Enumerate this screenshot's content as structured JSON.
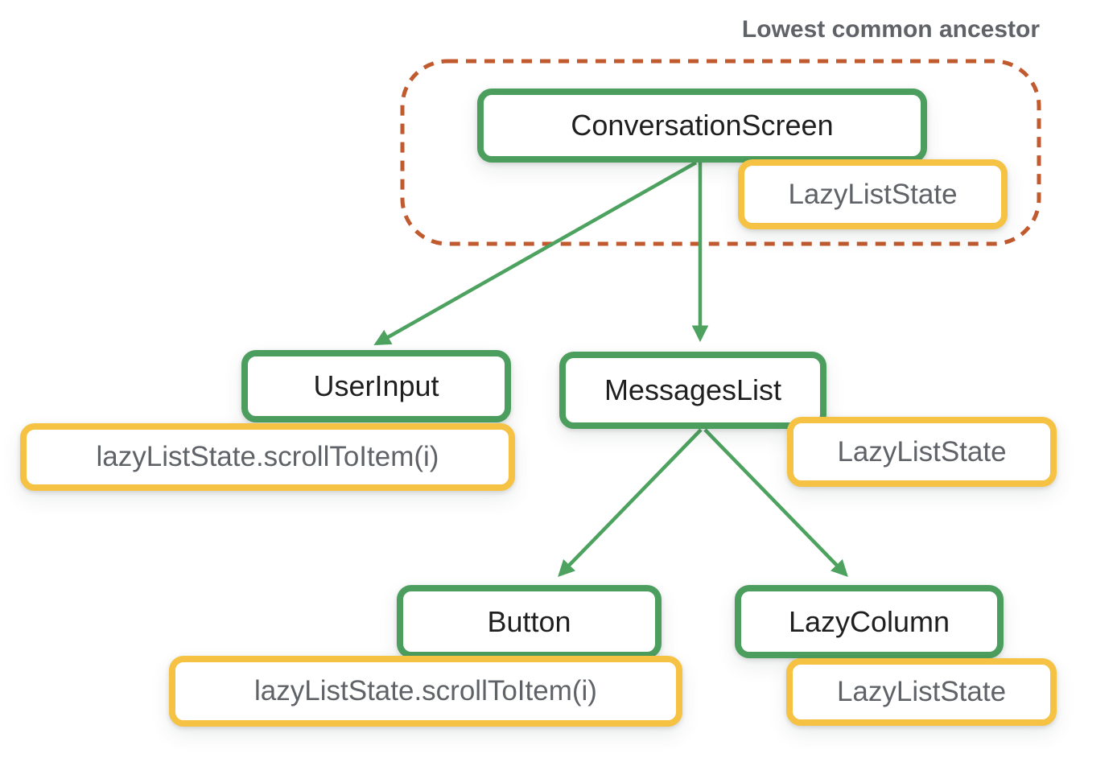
{
  "group": {
    "label": "Lowest common ancestor"
  },
  "nodes": {
    "conversation_screen": {
      "label": "ConversationScreen"
    },
    "user_input": {
      "label": "UserInput"
    },
    "messages_list": {
      "label": "MessagesList"
    },
    "button": {
      "label": "Button"
    },
    "lazy_column": {
      "label": "LazyColumn"
    }
  },
  "states": {
    "ancestor": {
      "label": "LazyListState",
      "attached_to": "ConversationScreen"
    },
    "user_input_call": {
      "label": "lazyListState.scrollToItem(i)",
      "attached_to": "UserInput"
    },
    "messages_list": {
      "label": "LazyListState",
      "attached_to": "MessagesList"
    },
    "button_call": {
      "label": "lazyListState.scrollToItem(i)",
      "attached_to": "Button"
    },
    "lazy_column": {
      "label": "LazyListState",
      "attached_to": "LazyColumn"
    }
  },
  "edges": [
    {
      "from": "ConversationScreen",
      "to": "UserInput"
    },
    {
      "from": "ConversationScreen",
      "to": "MessagesList"
    },
    {
      "from": "MessagesList",
      "to": "Button"
    },
    {
      "from": "MessagesList",
      "to": "LazyColumn"
    }
  ],
  "colors": {
    "composable_border": "#4C9E5E",
    "state_border": "#F5C243",
    "group_outline": "#C15A2E",
    "arrow": "#4DA25F",
    "composable_text": "#1F1F1F",
    "state_text": "#5F6368",
    "group_label_text": "#5F6368"
  }
}
